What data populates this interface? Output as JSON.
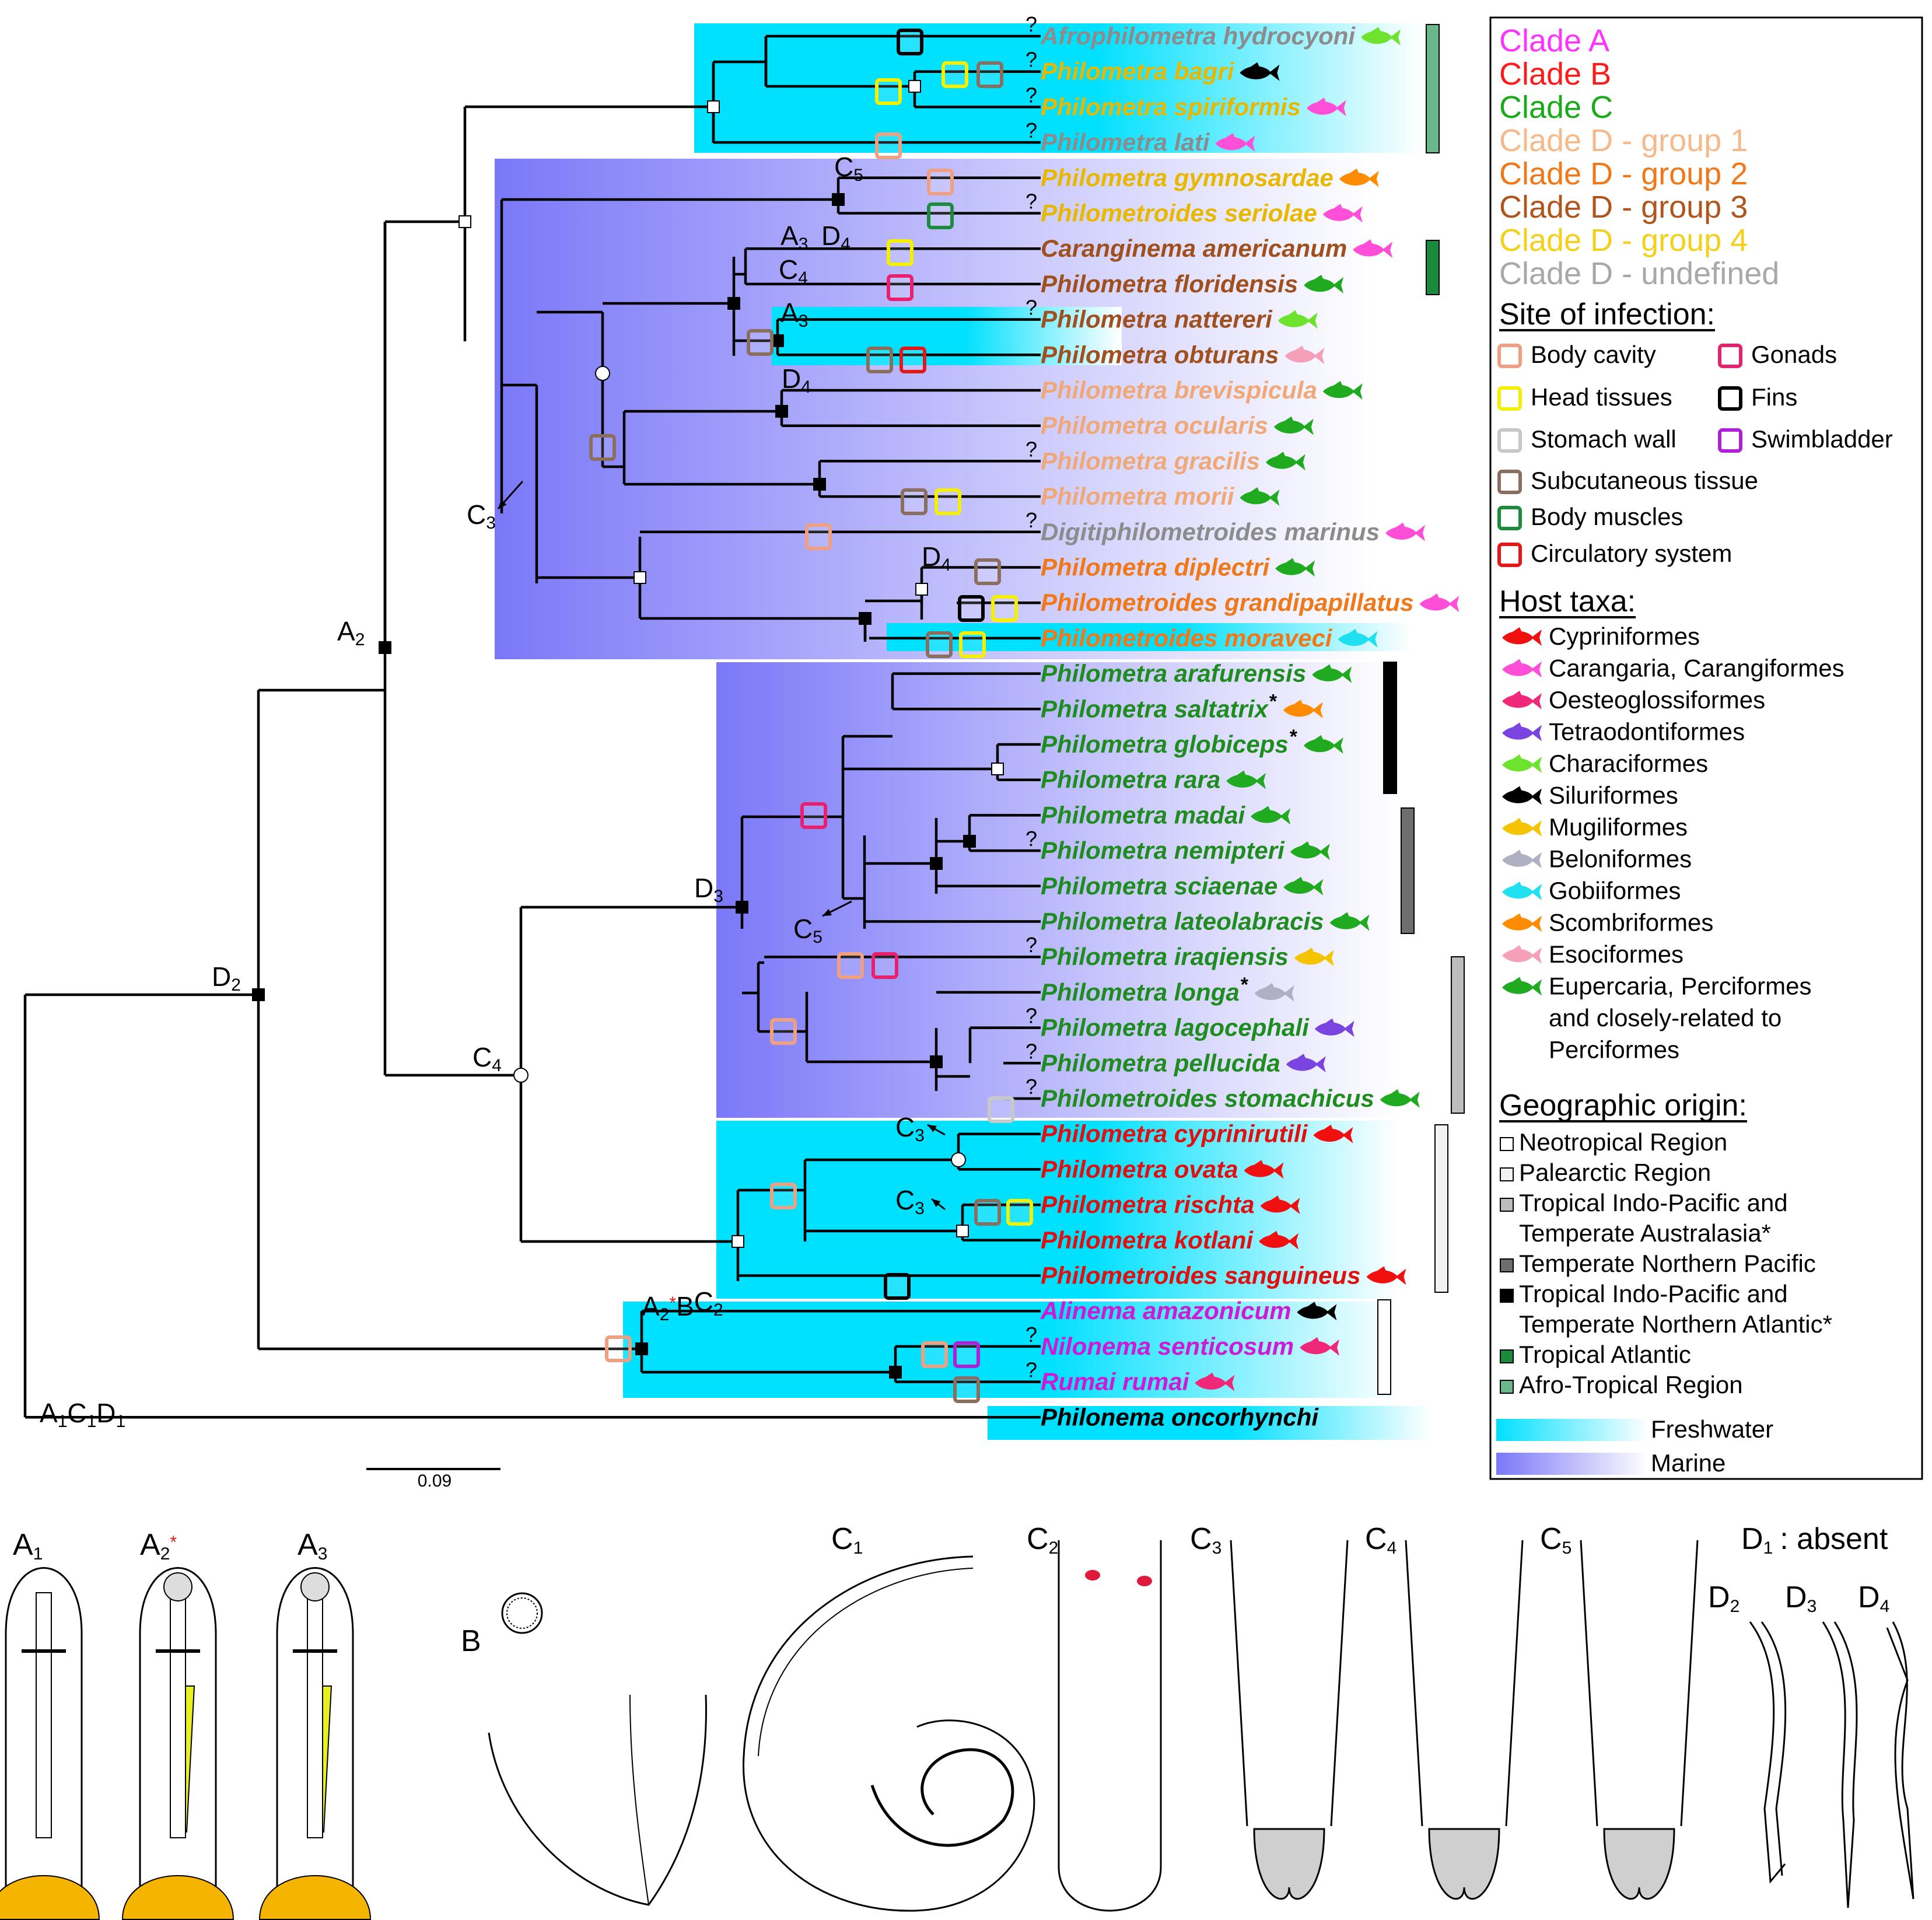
{
  "taxa": [
    {
      "name": "Afrophilometra hydrocyoni",
      "color": "#8c8c8c",
      "q": true,
      "host": "#6ee32e"
    },
    {
      "name": "Philometra bagri",
      "color": "#e8b800",
      "q": true,
      "host": "#000000"
    },
    {
      "name": "Philometra spiriformis",
      "color": "#e8b800",
      "q": true,
      "host": "#ff4fd8"
    },
    {
      "name": "Philometra lati",
      "color": "#8c8c8c",
      "q": true,
      "host": "#ff4fd8"
    },
    {
      "name": "Philometra gymnosardae",
      "color": "#e8b800",
      "q": false,
      "host": "#ff8c00"
    },
    {
      "name": "Philometroides seriolae",
      "color": "#e8b800",
      "q": true,
      "host": "#ff4fd8"
    },
    {
      "name": "Caranginema americanum",
      "color": "#a0501e",
      "q": false,
      "host": "#ff4fd8"
    },
    {
      "name": "Philometra floridensis",
      "color": "#a0501e",
      "q": false,
      "host": "#1faa1f"
    },
    {
      "name": "Philometra nattereri",
      "color": "#a0501e",
      "q": true,
      "host": "#6ee32e"
    },
    {
      "name": "Philometra obturans",
      "color": "#a0501e",
      "q": false,
      "host": "#f4a0b8"
    },
    {
      "name": "Philometra brevispicula",
      "color": "#f0a878",
      "q": false,
      "host": "#1faa1f"
    },
    {
      "name": "Philometra ocularis",
      "color": "#f0a878",
      "q": false,
      "host": "#1faa1f"
    },
    {
      "name": "Philometra gracilis",
      "color": "#f0a878",
      "q": true,
      "host": "#1faa1f"
    },
    {
      "name": "Philometra morii",
      "color": "#f0a878",
      "q": false,
      "host": "#1faa1f"
    },
    {
      "name": "Digitiphilometroides marinus",
      "color": "#8c8c8c",
      "q": true,
      "host": "#ff4fd8"
    },
    {
      "name": "Philometra diplectri",
      "color": "#f07818",
      "q": false,
      "host": "#1faa1f"
    },
    {
      "name": "Philometroides grandipapillatus",
      "color": "#f07818",
      "q": false,
      "host": "#ff4fd8"
    },
    {
      "name": "Philometroides moraveci",
      "color": "#f07818",
      "q": false,
      "host": "#20e0f0"
    },
    {
      "name": "Philometra arafurensis",
      "color": "#1e8c1e",
      "q": false,
      "host": "#1faa1f"
    },
    {
      "name": "Philometra saltatrix",
      "color": "#1e8c1e",
      "q": false,
      "star": true,
      "host": "#ff8c00"
    },
    {
      "name": "Philometra globiceps",
      "color": "#1e8c1e",
      "q": false,
      "star": true,
      "host": "#1faa1f"
    },
    {
      "name": "Philometra rara",
      "color": "#1e8c1e",
      "q": false,
      "host": "#1faa1f"
    },
    {
      "name": "Philometra madai",
      "color": "#1e8c1e",
      "q": false,
      "host": "#1faa1f"
    },
    {
      "name": "Philometra nemipteri",
      "color": "#1e8c1e",
      "q": true,
      "host": "#1faa1f"
    },
    {
      "name": "Philometra sciaenae",
      "color": "#1e8c1e",
      "q": false,
      "host": "#1faa1f"
    },
    {
      "name": "Philometra lateolabracis",
      "color": "#1e8c1e",
      "q": false,
      "host": "#1faa1f"
    },
    {
      "name": "Philometra iraqiensis",
      "color": "#1e8c1e",
      "q": true,
      "host": "#f4c400"
    },
    {
      "name": "Philometra longa",
      "color": "#1e8c1e",
      "q": false,
      "star": true,
      "host": "#b0b0c4"
    },
    {
      "name": "Philometra lagocephali",
      "color": "#1e8c1e",
      "q": true,
      "host": "#7a44e0"
    },
    {
      "name": "Philometra pellucida",
      "color": "#1e8c1e",
      "q": true,
      "host": "#7a44e0"
    },
    {
      "name": "Philometroides stomachicus",
      "color": "#1e8c1e",
      "q": true,
      "host": "#1faa1f"
    },
    {
      "name": "Philometra cyprinirutili",
      "color": "#e01010",
      "q": false,
      "host": "#f01010"
    },
    {
      "name": "Philometra ovata",
      "color": "#e01010",
      "q": false,
      "host": "#f01010"
    },
    {
      "name": "Philometra rischta",
      "color": "#e01010",
      "q": false,
      "host": "#f01010"
    },
    {
      "name": "Philometra kotlani",
      "color": "#e01010",
      "q": false,
      "host": "#f01010"
    },
    {
      "name": "Philometroides sanguineus",
      "color": "#e01010",
      "q": false,
      "host": "#f01010"
    },
    {
      "name": "Alinema  amazonicum",
      "color": "#cc1ad8",
      "q": false,
      "host": "#000000"
    },
    {
      "name": "Nilonema senticosum",
      "color": "#cc1ad8",
      "q": true,
      "host": "#f0287a"
    },
    {
      "name": "Rumai rumai",
      "color": "#cc1ad8",
      "q": true,
      "host": "#f0287a"
    },
    {
      "name": "Philonema oncorhynchi",
      "color": "#000000",
      "q": false,
      "host": null
    }
  ],
  "node_labels": {
    "a2": {
      "main": "A",
      "sub": "2"
    },
    "d2": {
      "main": "D",
      "sub": "2"
    },
    "c4": {
      "main": "C",
      "sub": "4"
    },
    "d3": {
      "main": "D",
      "sub": "3"
    },
    "c5a": {
      "main": "C",
      "sub": "5"
    },
    "c5b": {
      "main": "C",
      "sub": "5"
    },
    "c3a": {
      "main": "C",
      "sub": "3"
    },
    "c3b": {
      "main": "C",
      "sub": "3"
    },
    "c3c": {
      "main": "C",
      "sub": "3"
    },
    "c4b": {
      "main": "C",
      "sub": "4"
    },
    "a3a": {
      "main": "A",
      "sub": "3"
    },
    "d4a": {
      "main": "D",
      "sub": "4"
    },
    "a3b": {
      "main": "A",
      "sub": "3"
    },
    "d4b": {
      "main": "D",
      "sub": "4"
    },
    "d4c": {
      "main": "D",
      "sub": "4"
    },
    "a2bc2": {
      "a": "A",
      "a_sub": "2",
      "star": "*",
      "b": "B",
      "c": "C",
      "c_sub": "2"
    },
    "a1c1d1": {
      "a": "A",
      "a_sub": "1",
      "c": "C",
      "c_sub": "1",
      "d": "D",
      "d_sub": "1"
    }
  },
  "question_mark": "?",
  "star_mark": "*",
  "scale_bar": {
    "label": "0.09",
    "value": 0.09
  },
  "legend": {
    "clades": [
      {
        "label": "Clade A",
        "color": "#ff33ff"
      },
      {
        "label": "Clade B",
        "color": "#ff1a1a"
      },
      {
        "label": "Clade C",
        "color": "#1aaa1a"
      },
      {
        "label": "Clade D - group 1",
        "color": "#f6b98a"
      },
      {
        "label": "Clade D - group 2",
        "color": "#f07818"
      },
      {
        "label": "Clade D - group 3",
        "color": "#b0551c"
      },
      {
        "label": "Clade D - group 4",
        "color": "#f4d01a"
      },
      {
        "label": "Clade D - undefined",
        "color": "#a8a8a8"
      }
    ],
    "site_title": "Site of infection:",
    "sites": [
      {
        "label": "Body cavity",
        "color": "#f0a080"
      },
      {
        "label": "Gonads",
        "color": "#e8206e"
      },
      {
        "label": "Head tissues",
        "color": "#f4f000"
      },
      {
        "label": "Fins",
        "color": "#000000"
      },
      {
        "label": "Stomach wall",
        "color": "#c8c8c8"
      },
      {
        "label": "Swimbladder",
        "color": "#b020d8"
      },
      {
        "label": "Subcutaneous tissue",
        "color": "#8a6e5e"
      },
      {
        "label": "Body muscles",
        "color": "#1a8c3c"
      },
      {
        "label": "Circulatory system",
        "color": "#e01a1a"
      }
    ],
    "host_title": "Host taxa:",
    "hosts": [
      {
        "label": "Cypriniformes",
        "color": "#f01010"
      },
      {
        "label": "Carangaria, Carangiformes",
        "color": "#ff4fd8"
      },
      {
        "label": "Oesteoglossiformes",
        "color": "#f0287a"
      },
      {
        "label": "Tetraodontiformes",
        "color": "#7a44e0"
      },
      {
        "label": "Characiformes",
        "color": "#6ee32e"
      },
      {
        "label": "Siluriformes",
        "color": "#000000"
      },
      {
        "label": "Mugiliformes",
        "color": "#f4c400"
      },
      {
        "label": "Beloniformes",
        "color": "#b0b0c4"
      },
      {
        "label": "Gobiiformes",
        "color": "#20e0f0"
      },
      {
        "label": "Scombriformes",
        "color": "#ff8c00"
      },
      {
        "label": "Esociformes",
        "color": "#f4a0b8"
      },
      {
        "label": "Eupercaria, Perciformes",
        "color": "#1faa1f"
      }
    ],
    "host_extra_1": "and closely-related to",
    "host_extra_2": "Perciformes",
    "geo_title": "Geographic origin:",
    "geos": [
      {
        "label": "Neotropical Region",
        "color": "#ffffff"
      },
      {
        "label": "Palearctic Region",
        "color": "#f2f2f2"
      },
      {
        "label": "Tropical Indo-Pacific and",
        "label2": "Temperate Australasia*",
        "color": "#bdbdbd"
      },
      {
        "label": "Temperate Northern Pacific",
        "color": "#6e6e6e"
      },
      {
        "label": "Tropical Indo-Pacific and",
        "label2": "Temperate Northern Atlantic*",
        "color": "#000000"
      },
      {
        "label": "Tropical Atlantic",
        "color": "#1a8a3c"
      },
      {
        "label": "Afro-Tropical Region",
        "color": "#6ab88a"
      }
    ],
    "freshwater": "Freshwater",
    "marine": "Marine",
    "freshwater_color": "#00e0ff",
    "marine_color": "#7b78f8"
  },
  "panels": {
    "a1": {
      "main": "A",
      "sub": "1"
    },
    "a2": {
      "main": "A",
      "sub": "2",
      "star": "*"
    },
    "a3": {
      "main": "A",
      "sub": "3"
    },
    "b": {
      "main": "B"
    },
    "c1": {
      "main": "C",
      "sub": "1"
    },
    "c2": {
      "main": "C",
      "sub": "2"
    },
    "c3": {
      "main": "C",
      "sub": "3"
    },
    "c4": {
      "main": "C",
      "sub": "4"
    },
    "c5": {
      "main": "C",
      "sub": "5"
    },
    "d1": {
      "main": "D",
      "sub": "1",
      "text": ": absent"
    },
    "d2": {
      "main": "D",
      "sub": "2"
    },
    "d3": {
      "main": "D",
      "sub": "3"
    },
    "d4": {
      "main": "D",
      "sub": "4"
    }
  }
}
